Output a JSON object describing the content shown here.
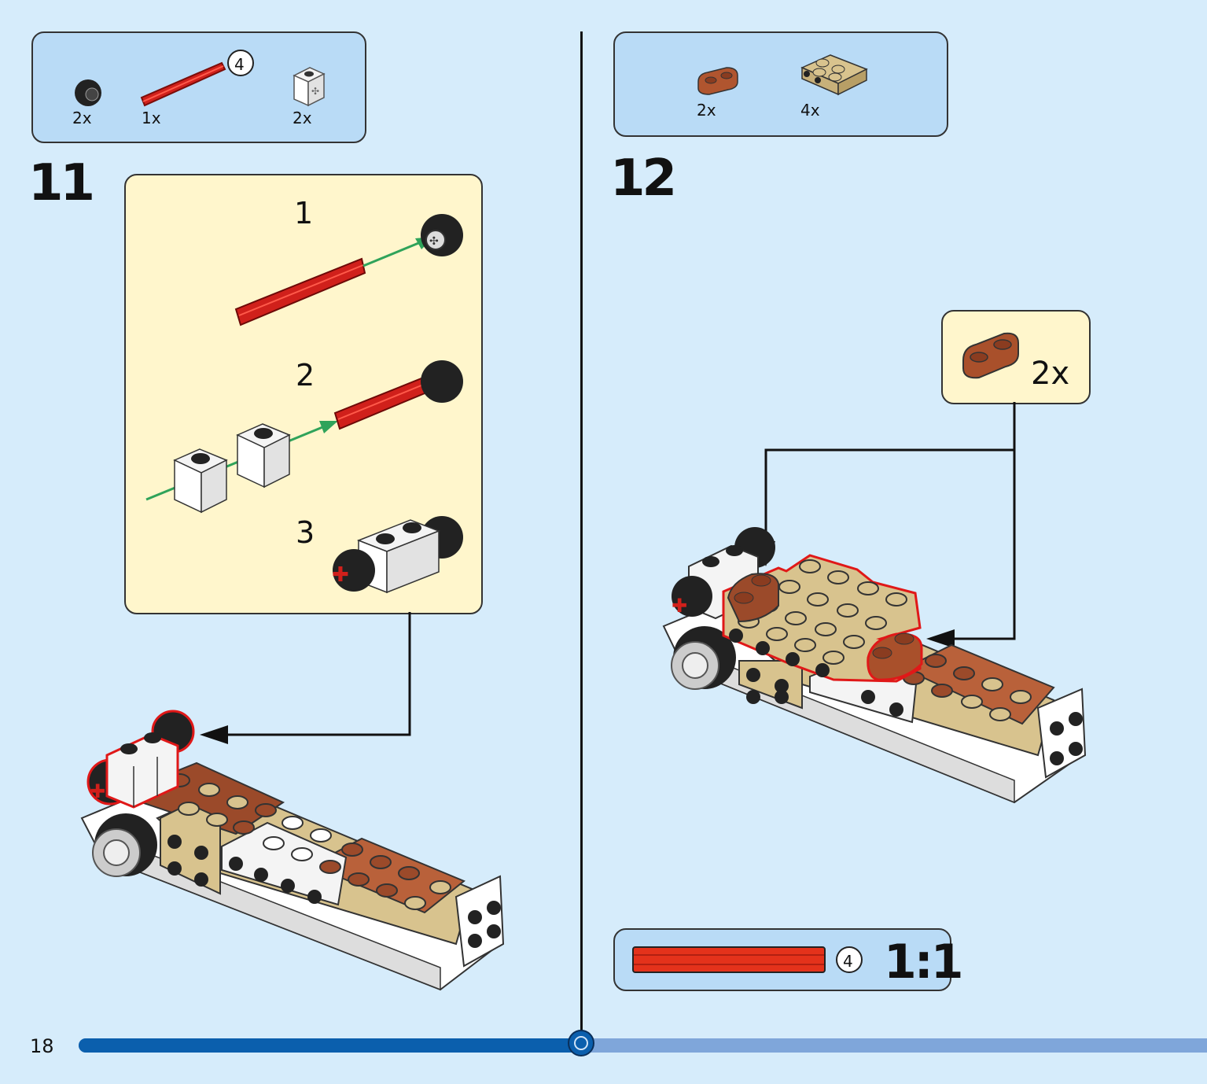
{
  "page": {
    "number": "18",
    "progress_fraction": 0.445
  },
  "step11": {
    "number": "11",
    "parts": [
      {
        "name": "black-wheel",
        "count": "2x"
      },
      {
        "name": "red-axle",
        "count": "1x",
        "length_badge": "4"
      },
      {
        "name": "white-axle-brick",
        "count": "2x"
      }
    ],
    "substeps": [
      "1",
      "2",
      "3"
    ]
  },
  "step12": {
    "number": "12",
    "parts": [
      {
        "name": "brown-plate-1x2-rounded",
        "count": "2x"
      },
      {
        "name": "tan-plate-2x2",
        "count": "4x"
      }
    ],
    "callout": {
      "count": "2x"
    },
    "scale_box": {
      "length_badge": "4",
      "ratio": "1:1"
    }
  },
  "colors": {
    "background": "#d6ecfb",
    "parts_box": "#b9dbf6",
    "sub_box": "#fff6cc",
    "progress_done": "#0b5fad",
    "progress_todo": "#7fa6da",
    "axle_red": "#d0201b",
    "arrow_green": "#2fa35a"
  }
}
